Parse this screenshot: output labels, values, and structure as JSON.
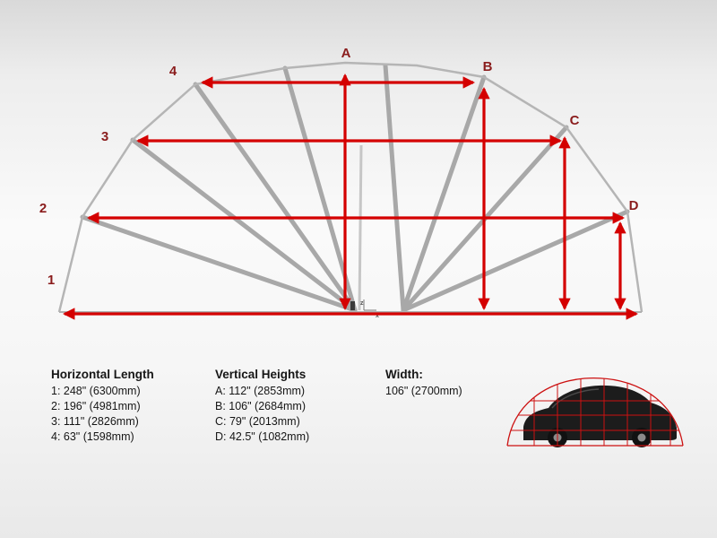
{
  "colors": {
    "arrow_red": "#d40000",
    "label_maroon": "#8a1c1c",
    "strut_gray": "#a0a0a0",
    "car_wireframe_red": "#cc1111"
  },
  "diagram": {
    "point_labels": {
      "p1": "1",
      "p2": "2",
      "p3": "3",
      "p4": "4",
      "pA": "A",
      "pB": "B",
      "pC": "C",
      "pD": "D"
    },
    "axis_labels": {
      "z": "z",
      "x": "x"
    }
  },
  "legend": {
    "horizontal": {
      "title": "Horizontal Length",
      "items": [
        "1: 248\" (6300mm)",
        "2: 196\" (4981mm)",
        "3: 111\" (2826mm)",
        "4: 63\" (1598mm)"
      ]
    },
    "vertical": {
      "title": "Vertical Heights",
      "items": [
        "A: 112\" (2853mm)",
        "B: 106\" (2684mm)",
        "C: 79\" (2013mm)",
        "D: 42.5\" (1082mm)"
      ]
    },
    "width": {
      "title": "Width:",
      "value": "106\" (2700mm)"
    }
  }
}
